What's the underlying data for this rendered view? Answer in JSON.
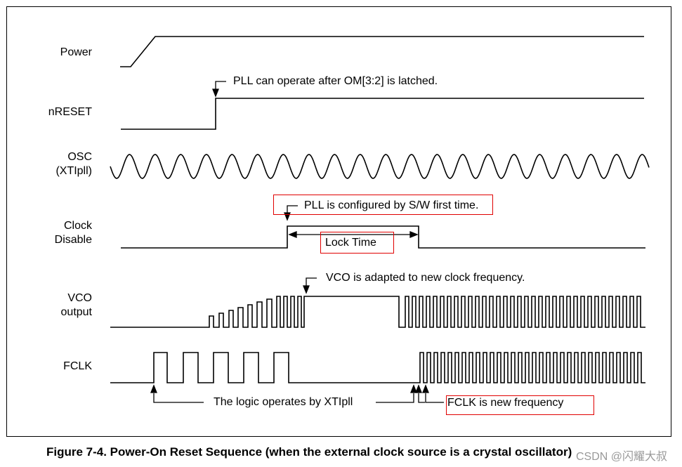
{
  "signals": {
    "power": "Power",
    "nreset": "nRESET",
    "osc_line1": "OSC",
    "osc_line2": "(XTIpll)",
    "clk_line1": "Clock",
    "clk_line2": "Disable",
    "vco_line1": "VCO",
    "vco_line2": "output",
    "fclk": "FCLK"
  },
  "notes": {
    "pll_latch": "PLL can operate after OM[3:2] is latched.",
    "pll_config": "PLL is configured by S/W first time.",
    "lock_time": "Lock Time",
    "vco_adapt": "VCO is adapted to new clock frequency.",
    "logic_xtipll": "The logic operates by XTIpll",
    "fclk_new": "FCLK is new frequency"
  },
  "caption": "Figure 7-4. Power-On Reset Sequence (when the external clock source is a crystal oscillator)",
  "watermark": "CSDN @闪耀大叔",
  "colors": {
    "line": "#000000",
    "highlight": "#e00000"
  }
}
